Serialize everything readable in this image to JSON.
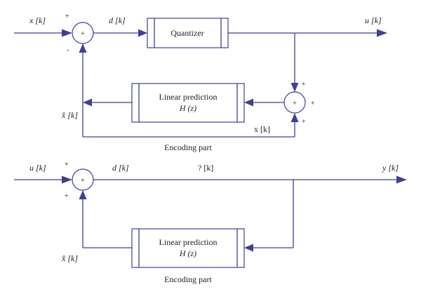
{
  "colors": {
    "line": "#3f3f96",
    "text": "#222222",
    "background": "#ffffff"
  },
  "encoder": {
    "input_label": "x [k]",
    "adder_symbol": "+",
    "adder_sign_top": "+",
    "adder_sign_bottom": "-",
    "error_label": "d [k]",
    "quantizer_label": "Quantizer",
    "output_label": "u [k]",
    "predictor_title": "Linear prediction",
    "predictor_tf": "H (z)",
    "estimate_label": "x̂ [k]",
    "feedback_label": "x [k]",
    "adder2_symbol": "+",
    "adder2_sign_top": "+",
    "adder2_sign_right": "+",
    "adder2_sign_bottom": "+",
    "caption": "Encoding part"
  },
  "decoder": {
    "input_label": "u [k]",
    "adder_symbol": "+",
    "adder_sign_top": "+",
    "adder_sign_bottom": "+",
    "d_label": "d [k]",
    "mid_label": "? [k]",
    "output_label": "y [k]",
    "predictor_title": "Linear prediction",
    "predictor_tf": "H (z)",
    "estimate_label": "x̂ [k]",
    "caption": "Encoding part"
  }
}
